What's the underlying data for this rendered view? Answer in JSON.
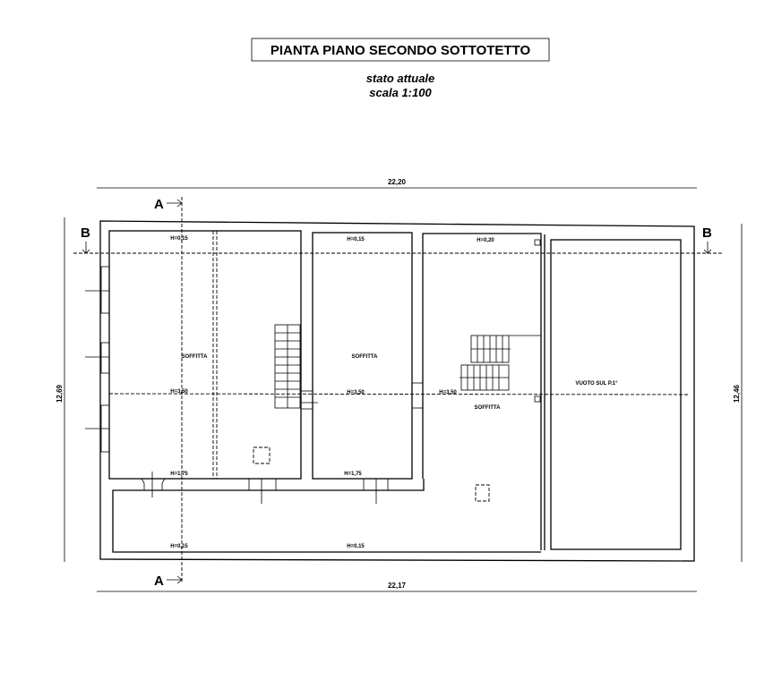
{
  "title": "PIANTA PIANO SECONDO SOTTOTETTO",
  "subtitle": "stato attuale",
  "scale": "scala 1:100",
  "dimensions": {
    "top": "22,20",
    "bottom": "22,17",
    "left": "12,69",
    "right": "12,46"
  },
  "sections": {
    "a_top": "A",
    "a_bottom": "A",
    "b_left": "B",
    "b_right": "B"
  },
  "rooms": {
    "room1": {
      "name": "SOFFITTA",
      "h_top": "H=0,15",
      "h_mid": "H=3,50",
      "h_bottom": "H=1,75"
    },
    "room2": {
      "name": "SOFFITTA",
      "h_top": "H=0,15",
      "h_mid": "H=3,50",
      "h_bottom": "H=1,75"
    },
    "room3": {
      "name": "SOFFITTA",
      "h_top": "H=0,20",
      "h_mid": "H=3,50"
    },
    "void": {
      "name": "VUOTO SUL P.1°"
    },
    "corridor": {
      "h_left": "H=0,15",
      "h_right": "H=0,15"
    }
  }
}
